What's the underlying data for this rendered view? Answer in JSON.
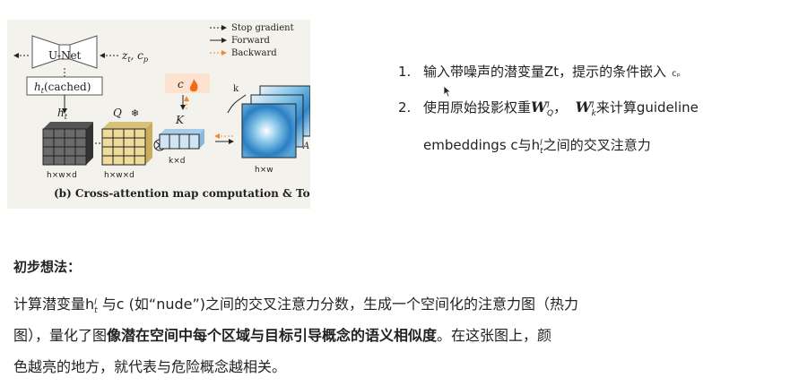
{
  "figure": {
    "legend": {
      "stop_gradient": "Stop gradient",
      "forward": "Forward",
      "backward": "Backward"
    },
    "unet_label": "U-Net",
    "input_label": "z",
    "input_sub": "t",
    "input_c": ", c",
    "input_c_sub": "p",
    "cached_label": "h",
    "cached_sub": "t",
    "cached_text": "(cached)",
    "h_label": "h",
    "h_sub": "t",
    "q_label": "Q",
    "c_label": "c",
    "k_label": "K",
    "k_small": "k",
    "dim1": "h×w×d",
    "dim2": "h×w×d",
    "dim3": "k×d",
    "dim4": "h×w",
    "a_label": "A",
    "caption": "(b) Cross-attention map computation & Tok"
  },
  "notes": {
    "item1_num": "1.",
    "item1_text": "输入带噪声的潜变量Zt，提示的条件嵌入",
    "item1_small": "cₚ",
    "item2_num": "2.",
    "item2_pre": "使用原始投影权重",
    "item2_w1": "W",
    "item2_w1_sub": "Q",
    "item2_w1_sup": "l",
    "item2_comma": "，",
    "item2_w2": "W",
    "item2_w2_sub": "k",
    "item2_w2_sup": "l",
    "item2_post": "来计算guideline",
    "item2_line2_pre": "embeddings c与h",
    "item2_line2_sup": "l",
    "item2_line2_sub": "t",
    "item2_line2_post": "之间的交叉注意力"
  },
  "section": {
    "heading": "初步想法：",
    "line1_pre": "计算潜变量h",
    "line1_sup": "l",
    "line1_sub": "t",
    "line1_post": " 与c (如“nude”)之间的交叉注意力分数，生成一个空间化的注意力图（热力",
    "line2_pre": "图），量化了图",
    "line2_bold": "像潜在空间中每个区域与目标引导概念的语义相似度",
    "line2_post": "。在这张图上，颜",
    "line3": "色越亮的地方，就代表与危险概念越相关。"
  }
}
